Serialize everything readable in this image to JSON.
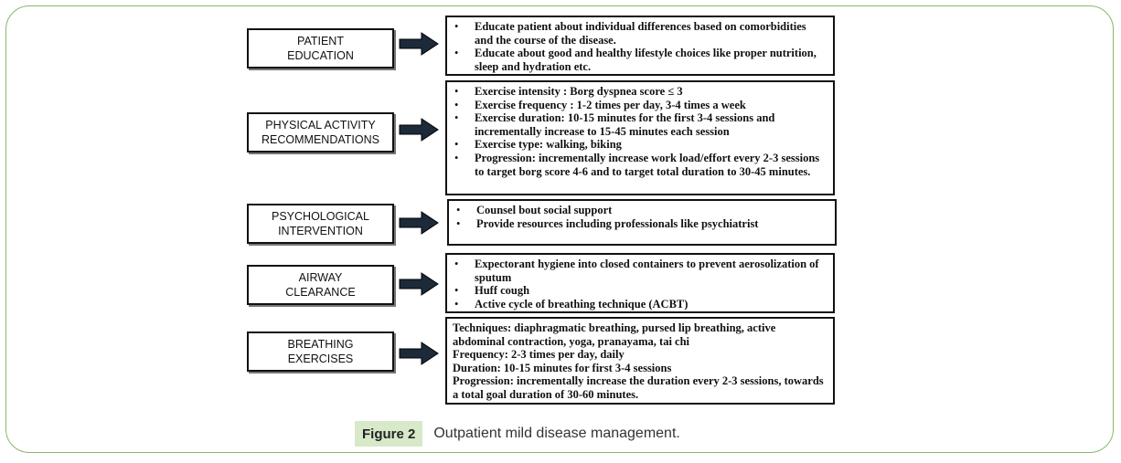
{
  "sections": [
    {
      "label": "PATIENT\nEDUCATION",
      "bullets": true,
      "lines": [
        "Educate patient about individual  differences based on comorbidities  and the course of the disease.",
        "Educate about good and healthy lifestyle  choices like proper nutrition,  sleep and hydration  etc."
      ]
    },
    {
      "label": "PHYSICAL ACTIVITY\nRECOMMENDATIONS",
      "bullets": true,
      "lines": [
        "Exercise intensity  : Borg dyspnea  score ≤ 3",
        "Exercise frequency : 1-2 times per day, 3-4 times a week",
        "Exercise duration:  10-15 minutes  for the first  3-4 sessions and incrementally  increase to 15-45 minutes  each session",
        "Exercise type: walking, biking",
        "Progression: incrementally  increase work load/effort every 2-3 sessions to target borg score 4-6 and to target total duration  to 30-45 minutes."
      ]
    },
    {
      "label": "PSYCHOLOGICAL\nINTERVENTION",
      "bullets": true,
      "lines": [
        "Counsel bout social support",
        "Provide resources including  professionals like psychiatrist"
      ]
    },
    {
      "label": "AIRWAY\nCLEARANCE",
      "bullets": true,
      "lines": [
        "Expectorant hygiene into closed containers  to prevent aerosolization  of sputum",
        "Huff cough",
        "Active cycle of breathing  technique (ACBT)"
      ]
    },
    {
      "label": "BREATHING\nEXERCISES",
      "bullets": false,
      "lines": [
        "Techniques:  diaphragmatic  breathing,  pursed lip breathing, active abdominal  contraction,  yoga, pranayama,  tai chi",
        "Frequency:  2-3 times per day, daily",
        "Duration:  10-15 minutes  for first  3-4 sessions",
        "Progression:  incrementally  increase the duration  every 2-3 sessions, towards a total goal duration  of 30-60 minutes."
      ]
    }
  ],
  "caption": {
    "tag": "Figure 2",
    "text": "Outpatient mild disease management."
  }
}
